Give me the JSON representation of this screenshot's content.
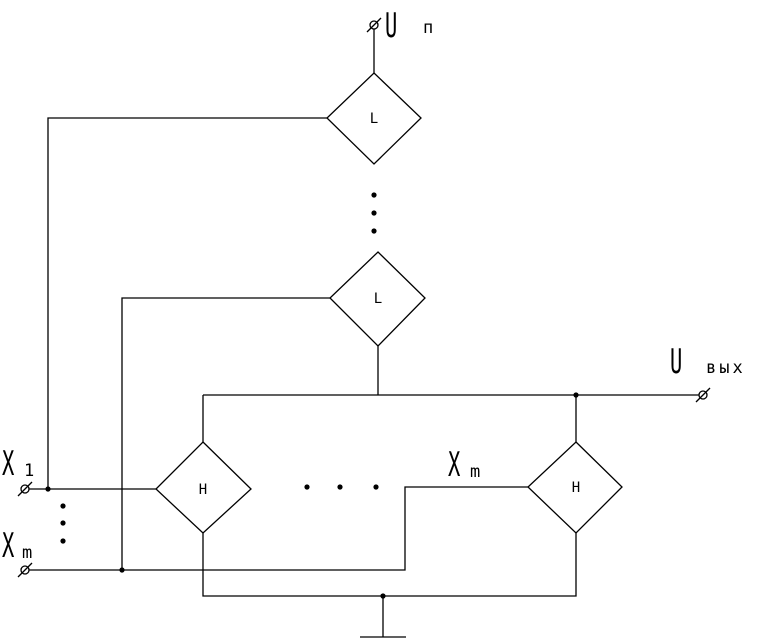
{
  "power": {
    "symbol": "U",
    "subscript": "п"
  },
  "output": {
    "symbol": "U",
    "subscript": "вых"
  },
  "inputs": [
    {
      "symbol": "X",
      "subscript": "1"
    },
    {
      "symbol": "X",
      "subscript": "m"
    }
  ],
  "middle_input": {
    "symbol": "X",
    "subscript": "m"
  },
  "elements": {
    "upper_top": "L",
    "upper_bottom": "L",
    "lower_left": "H",
    "lower_right": "H"
  }
}
